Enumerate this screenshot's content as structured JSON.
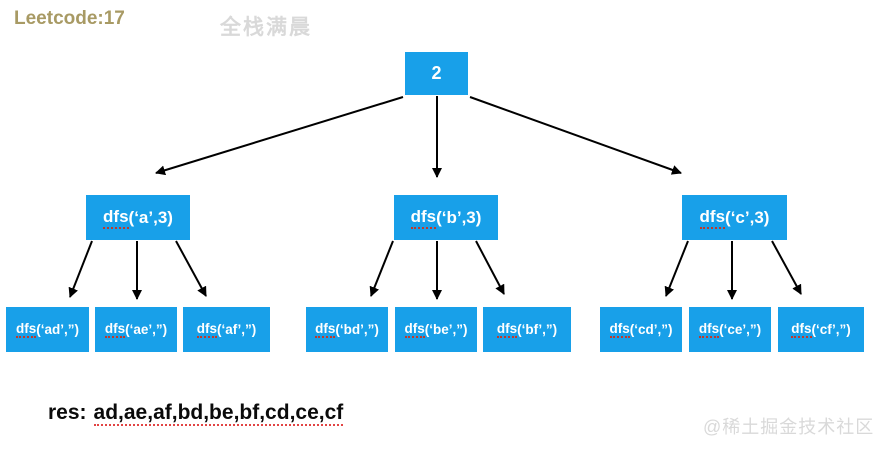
{
  "header": {
    "title": "Leetcode:17",
    "watermark_top": "全栈满晨"
  },
  "footer": {
    "watermark": "@稀土掘金技术社区"
  },
  "colors": {
    "node_blue": "#18a0e9",
    "node_text": "#ffffff",
    "title_gold": "#a89a64",
    "watermark_gray": "#d9d9d9",
    "arrow_black": "#000000",
    "squiggle_red": "#c0392b",
    "result_underline_red": "#e24444",
    "result_text": "#0a0a0a"
  },
  "tree": {
    "root": {
      "label": "2"
    },
    "level1": [
      {
        "fn": "dfs",
        "args": "(‘a’,3)"
      },
      {
        "fn": "dfs",
        "args": "(‘b’,3)"
      },
      {
        "fn": "dfs",
        "args": "(‘c’,3)"
      }
    ],
    "level2": [
      {
        "fn": "dfs",
        "args": "(‘ad’,”)"
      },
      {
        "fn": "dfs",
        "args": "(‘ae’,”)"
      },
      {
        "fn": "dfs",
        "args": "(‘af’,”)"
      },
      {
        "fn": "dfs",
        "args": "(‘bd’,”)"
      },
      {
        "fn": "dfs",
        "args": "(‘be’,”)"
      },
      {
        "fn": "dfs",
        "args": "(‘bf’,”)"
      },
      {
        "fn": "dfs",
        "args": "(‘cd’,”)"
      },
      {
        "fn": "dfs",
        "args": "(‘ce’,”)"
      },
      {
        "fn": "dfs",
        "args": "(‘cf’,”)"
      }
    ]
  },
  "result": {
    "prefix": "res:",
    "list": "ad,ae,af,bd,be,bf,cd,ce,cf"
  }
}
